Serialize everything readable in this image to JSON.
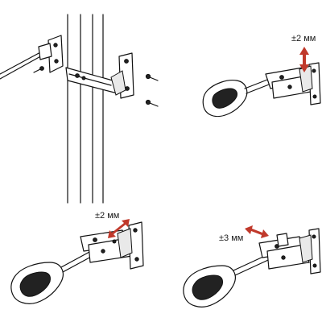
{
  "labels": {
    "adjust_vertical": "±2 мм",
    "adjust_depth": "±2 мм",
    "adjust_side": "±3 мм"
  },
  "icons": {
    "screwdriver": "screwdriver-icon",
    "screw": "screw-icon",
    "hinge": "hinge-icon",
    "arrow": "double-arrow-icon"
  },
  "colors": {
    "arrow": "#c0392b",
    "line": "#111111",
    "background": "#ffffff"
  }
}
